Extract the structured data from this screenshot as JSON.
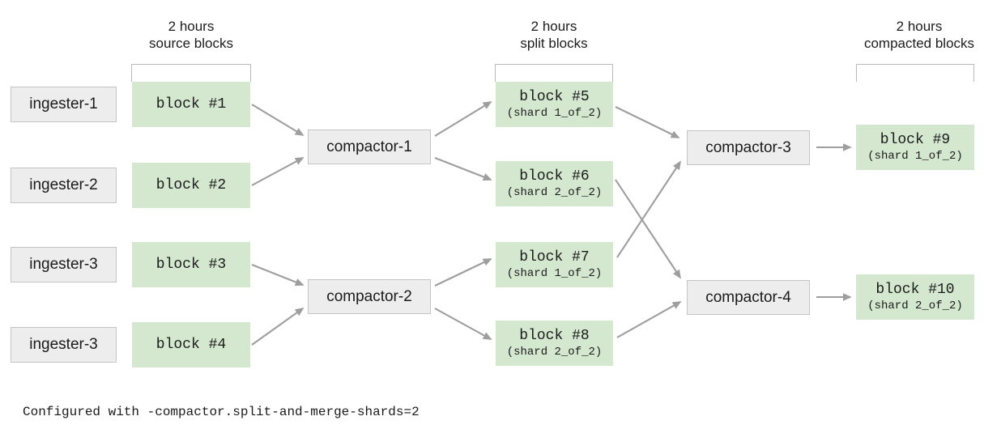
{
  "diagram": {
    "title_footnote": "Configured with -compactor.split-and-merge-shards=2",
    "accent_green": "#d4e8d0",
    "accent_grey": "#ededed",
    "arrow_color": "#9e9e9e",
    "border_grey": "#c4c4c4"
  },
  "group_headers": [
    {
      "line1": "2 hours",
      "line2": "source blocks"
    },
    {
      "line1": "2 hours",
      "line2": "split blocks"
    },
    {
      "line1": "2 hours",
      "line2": "compacted blocks"
    }
  ],
  "ingesters": [
    {
      "label": "ingester-1"
    },
    {
      "label": "ingester-2"
    },
    {
      "label": "ingester-3"
    },
    {
      "label": "ingester-3"
    }
  ],
  "source_blocks": [
    {
      "title": "block #1",
      "sub": ""
    },
    {
      "title": "block #2",
      "sub": ""
    },
    {
      "title": "block #3",
      "sub": ""
    },
    {
      "title": "block #4",
      "sub": ""
    }
  ],
  "compactors_stage1": [
    {
      "label": "compactor-1"
    },
    {
      "label": "compactor-2"
    }
  ],
  "split_blocks": [
    {
      "title": "block #5",
      "sub": "(shard 1_of_2)"
    },
    {
      "title": "block #6",
      "sub": "(shard 2_of_2)"
    },
    {
      "title": "block #7",
      "sub": "(shard 1_of_2)"
    },
    {
      "title": "block #8",
      "sub": "(shard 2_of_2)"
    }
  ],
  "compactors_stage2": [
    {
      "label": "compactor-3"
    },
    {
      "label": "compactor-4"
    }
  ],
  "compacted_blocks": [
    {
      "title": "block #9",
      "sub": "(shard 1_of_2)"
    },
    {
      "title": "block #10",
      "sub": "(shard 2_of_2)"
    }
  ]
}
